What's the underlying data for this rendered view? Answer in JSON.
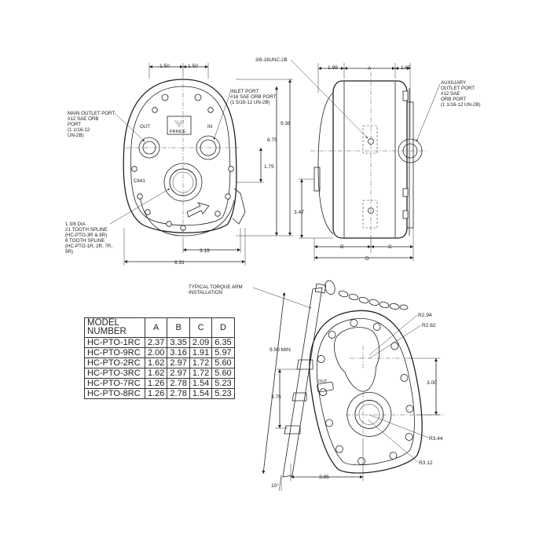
{
  "front_view": {
    "dims": {
      "h1": "1.50",
      "h2": "1.50",
      "v1": "9.38",
      "v2": "8.75",
      "v3": "1.75",
      "w1": "3.19",
      "w2": "6.31"
    },
    "main_outlet": [
      "MAIN OUTLET PORT",
      "#12 SAE ORB",
      "PORT",
      "(1 1/16-12",
      "UN-2B)"
    ],
    "inlet": [
      "INLET PORT",
      "#16 SAE ORB PORT",
      "(1 5/16-12 UN-2B)"
    ],
    "spline": [
      "1 3/8 DIA",
      "21 TOOTH SPLINE",
      "(HC-PTO-3R & 8R)",
      "6 TOOTH SPLINE",
      "(HC-PTO-1R, 2R, 7R,",
      "9R)"
    ],
    "port_out": "OUT",
    "port_in": "IN",
    "brand": "PRINCE",
    "part_mark": "C641"
  },
  "side_view": {
    "thread": "3/8-16UNC-2B",
    "dims": {
      "d1": "1.99",
      "a": "A",
      "d2": "1.69",
      "h": "3.47",
      "b": "B",
      "c": "C",
      "d": "D"
    },
    "aux": [
      "AUXILIARY",
      "OUTLET PORT",
      "#12 SAE",
      "ORB PORT",
      "(1 1/16-12 UN-2B)"
    ]
  },
  "install_view": {
    "torque_arm": [
      "TYPICAL TORQUE ARM",
      "INSTALLATION"
    ],
    "dims": {
      "r1": "R2.94",
      "r2": "R2.62",
      "v1": "9.50 MIN",
      "v2": "3.75",
      "v3": "3.00",
      "r3": "R3.44",
      "r4": "R3.12",
      "h1": "3.85",
      "angle": "10°"
    },
    "port_out": "OUT"
  },
  "table": {
    "headers": [
      "MODEL NUMBER",
      "A",
      "B",
      "C",
      "D"
    ],
    "rows": [
      [
        "HC-PTO-1RC",
        "2.37",
        "3.35",
        "2.09",
        "6.35"
      ],
      [
        "HC-PTO-9RC",
        "2.00",
        "3.16",
        "1.91",
        "5.97"
      ],
      [
        "HC-PTO-2RC",
        "1.62",
        "2.97",
        "1.72",
        "5.60"
      ],
      [
        "HC-PTO-3RC",
        "1.62",
        "2.97",
        "1.72",
        "5.60"
      ],
      [
        "HC-PTO-7RC",
        "1.26",
        "2.78",
        "1.54",
        "5.23"
      ],
      [
        "HC-PTO-8RC",
        "1.26",
        "2.78",
        "1.54",
        "5.23"
      ]
    ]
  }
}
